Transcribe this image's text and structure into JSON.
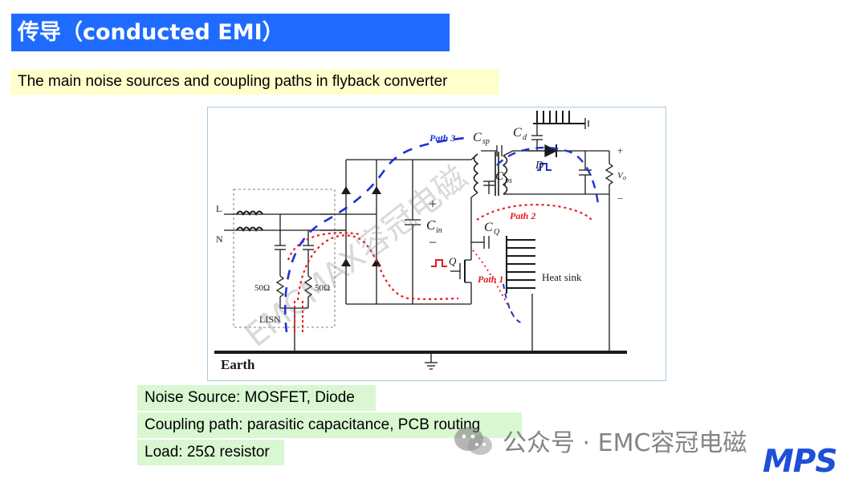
{
  "title": "传导（conducted EMI）",
  "subtitle": "The main noise sources and coupling paths in flyback converter",
  "diagram": {
    "labels": {
      "line": "L",
      "neutral": "N",
      "lisn": "LISN",
      "r1": "50Ω",
      "r2": "50Ω",
      "earth": "Earth",
      "cin": "C",
      "cin_sub": "in",
      "plus": "+",
      "minus": "−",
      "csp": "C",
      "csp_sub": "sp",
      "cps": "C",
      "cps_sub": "ps",
      "cd": "C",
      "cd_sub": "d",
      "cq": "C",
      "cq_sub": "Q",
      "diode": "D",
      "mosfet": "Q",
      "vo": "V",
      "vo_sub": "o",
      "out_plus": "+",
      "out_minus": "−",
      "heatsink": "Heat sink",
      "path1": "Path 1",
      "path2": "Path 2",
      "path3": "Path 3"
    },
    "watermark": "EMCMAX容冠电磁",
    "colors": {
      "path_blue": "#1e2fd6",
      "path_red": "#e8191f",
      "wire": "#1a1a1a"
    }
  },
  "notes": [
    "Noise Source: MOSFET, Diode",
    "Coupling path: parasitic capacitance, PCB routing",
    "Load: 25Ω resistor"
  ],
  "wechat_text": "公众号 · EMC容冠电磁",
  "logo_text": "MPS"
}
